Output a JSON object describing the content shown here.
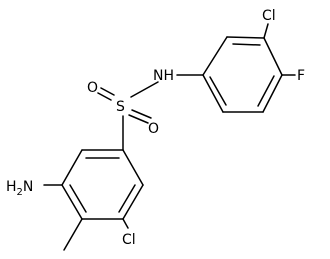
{
  "molecule": {
    "atoms": {
      "n_sulfonamide": "NH",
      "sulfur": "S",
      "oxygen_top": "O",
      "oxygen_bottom": "O",
      "amine": "H2N",
      "chloro_upper": "Cl",
      "chloro_lower": "Cl",
      "fluoro": "F"
    }
  }
}
